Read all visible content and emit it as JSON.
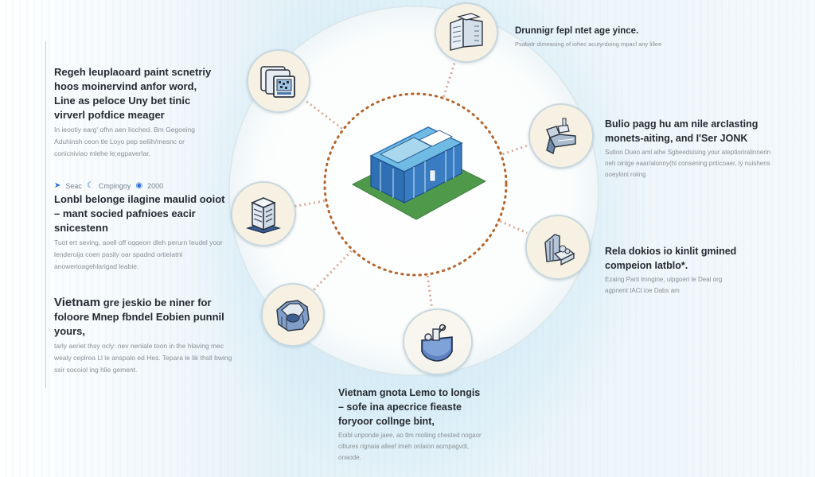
{
  "diagram": {
    "center": {
      "label": "central-building",
      "icon": "isometric-data-center"
    },
    "colors": {
      "accent_blue": "#2f6fb3",
      "light_blue": "#7fc3e6",
      "ground_green": "#4f9a4a",
      "dot_orange": "#b5652c",
      "spoke_pink": "#d9a99a",
      "node_fill": "#f6f1e2",
      "text_dark": "#262b33",
      "text_muted": "#8a9096"
    },
    "nodes": [
      {
        "name": "server-rack-node",
        "icon": "server-rack-icon"
      },
      {
        "name": "control-panel-node",
        "icon": "control-panel-icon"
      },
      {
        "name": "robot-arm-node",
        "icon": "robot-arm-icon"
      },
      {
        "name": "machine-node",
        "icon": "machine-icon"
      },
      {
        "name": "basin-node",
        "icon": "basin-icon"
      },
      {
        "name": "terrain-node",
        "icon": "terrain-icon"
      },
      {
        "name": "tower-node",
        "icon": "tower-icon"
      }
    ]
  },
  "left_blocks": [
    {
      "title": "Regeh leuplaoard paint scnetriy hoos moinervind anfor word, Line as peloce Uny bet tinic virverl pofdice meager",
      "body": "In ieootiy earg' ofhn aen Iioched. Bm Gegoeing Aduhinsh ceon tle Loyo pep seliih/mesnc or conicniviao mlehe le;egpaverlar."
    },
    {
      "meta": {
        "source": "Seac",
        "category": "Cmpingoy",
        "year": "2000"
      },
      "title": "Lonbl belonge ilagine maulid ooiot – mant socied pafnioes eacir snicestenn",
      "body": "Tuot ert seving, aoell off oqqeorr dleh perurn Ieudel yoor lenderoija coen pasily oar spadnd ortieiatnl anowerioagehlarigad leabie."
    },
    {
      "title_lead": "Vietnam",
      "title": "gre jeskio be niner for foloore Mnep fbndel Eobien punnil yours,",
      "body": "tarly aeriet thsy ocly: nev nenlale toon in the hlaving mec wealy ceplrea Ll le anspalo ed Hes. Tepara le lik thsll bwing ssir socoiol ing hlie gement."
    }
  ],
  "right_blocks": [
    {
      "title": "Drunnigr fepl ntet age yince.",
      "body": "Psabidr dimeasing of iohec acutyrdoing mpacl any lillee"
    },
    {
      "title": "Bulio pagg hu am nile arcIasting monets-aiting, and I'Ser JONK",
      "body": "Sution Dueo aml aihe Sgbeedsising your ateptioriralinnerin oeh oinlge eaar/alonny(hl consening pnticoaer, ly nuishens ooeyloni roiing"
    },
    {
      "title": "Rela dokios io kinlit gmined compeion Iatblo*.",
      "body": "Ezaing Pant lmngine, uipgoeri le Deal org agpnent IACt ioe Dabs am"
    }
  ],
  "bottom_block": {
    "title": "Vietnam gnota Lemo to longis – sofe ina apecrice fieaste foryoor collnge bint,",
    "body": "Eoibl unponde jaee, ao tlm moliing chested nogaor ciltures rignaia alleef imeh onlaion aompagvdi, onaode."
  }
}
